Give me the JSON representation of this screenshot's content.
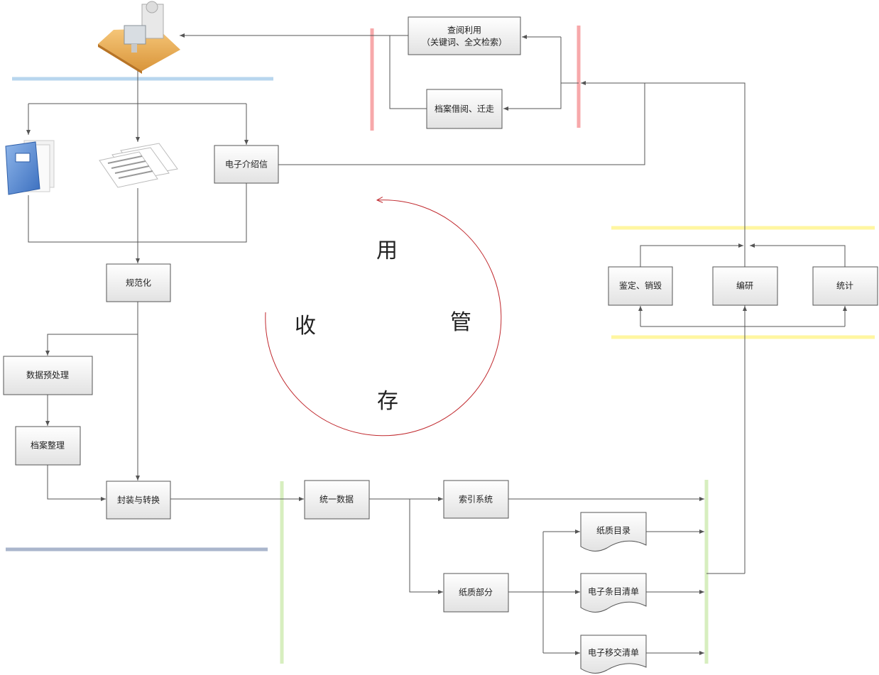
{
  "cycle": {
    "top": "用",
    "right": "管",
    "bottom": "存",
    "left": "收"
  },
  "nodes": {
    "query": {
      "line1": "查阅利用",
      "line2": "（关键词、全文检索）"
    },
    "borrow": "档案借阅、迁走",
    "intro_letter": "电子介绍信",
    "normalize": "规范化",
    "preprocess": "数据预处理",
    "organize": "档案整理",
    "package": "封装与转换",
    "unify": "统一数据",
    "index": "索引系统",
    "paper_part": "纸质部分",
    "paper_catalog": "纸质目录",
    "e_item_list": "电子条目清单",
    "e_transfer_list": "电子移交清单",
    "appraise": "鉴定、销毁",
    "compile": "编研",
    "statistics": "统计"
  },
  "colors": {
    "circle": "#c0282d",
    "pink_bar": "#f7a8aa",
    "green_bar": "#d7eebf",
    "yellow_bar": "#fff6a0",
    "blue_bar": "#b8d6ee",
    "slate_bar": "#aab6cc"
  },
  "icons": [
    "computer-workstation-icon",
    "blue-folder-icon",
    "document-stack-icon"
  ]
}
